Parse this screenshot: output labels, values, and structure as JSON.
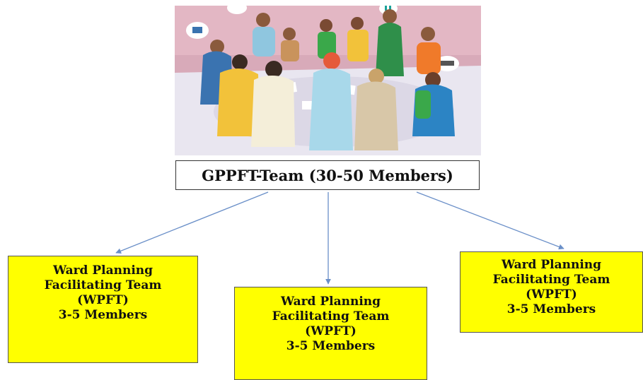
{
  "root": {
    "label": "GPPFT-Team (30-50 Members)"
  },
  "teams": [
    {
      "line1": "Ward Planning",
      "line2": "Facilitating Team",
      "line3": "(WPFT)",
      "line4": "3-5 Members"
    },
    {
      "line1": "Ward Planning",
      "line2": "Facilitating Team",
      "line3": "(WPFT)",
      "line4": "3-5 Members"
    },
    {
      "line1": "Ward Planning",
      "line2": "Facilitating Team",
      "line3": "(WPFT)",
      "line4": "3-5 Members"
    }
  ],
  "colors": {
    "box_fill": "#ffff00",
    "arrow": "#6a8fc8",
    "illustration_bg": "#d9b8c4"
  },
  "illustration": {
    "subject": "group-meeting-circle-illustration"
  }
}
